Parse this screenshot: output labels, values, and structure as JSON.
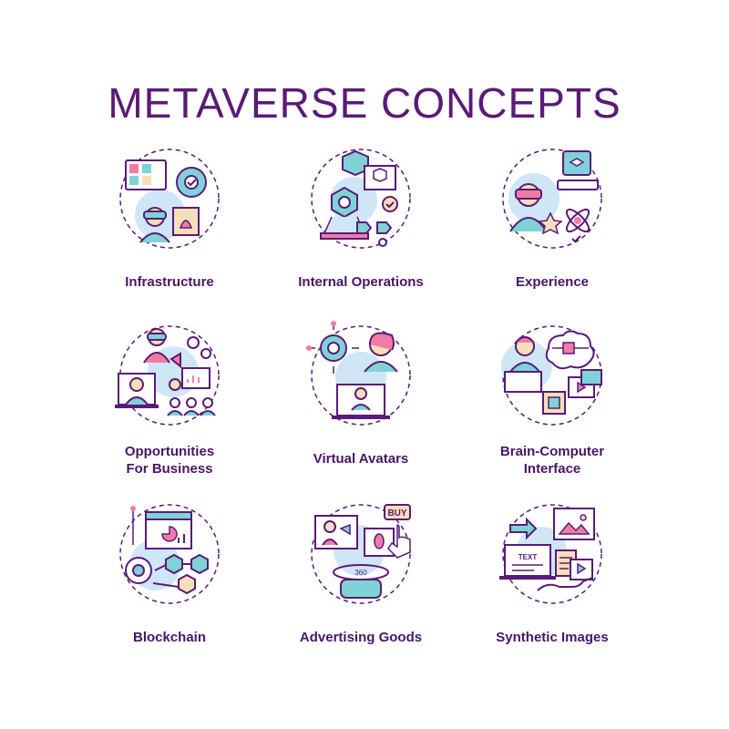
{
  "title": "METAVERSE CONCEPTS",
  "colors": {
    "title": "#5b1a78",
    "outline": "#5b1a78",
    "teal": "#7fd3d6",
    "pink": "#f07ca4",
    "cream": "#f6dfb8",
    "lightblue": "#cfe6f7",
    "label": "#4a1566"
  },
  "concepts": [
    {
      "label": "Infrastructure",
      "icon": "vr-infrastructure-icon"
    },
    {
      "label": "Internal Operations",
      "icon": "hologram-operations-icon"
    },
    {
      "label": "Experience",
      "icon": "vr-experience-icon"
    },
    {
      "label": "Opportunities\nFor Business",
      "icon": "business-people-icon"
    },
    {
      "label": "Virtual Avatars",
      "icon": "avatars-network-icon"
    },
    {
      "label": "Brain-Computer\nInterface",
      "icon": "brain-chip-icon"
    },
    {
      "label": "Blockchain",
      "icon": "blockchain-cubes-icon"
    },
    {
      "label": "Advertising Goods",
      "icon": "advertising-buy-icon"
    },
    {
      "label": "Synthetic Images",
      "icon": "synthetic-media-icon"
    }
  ]
}
